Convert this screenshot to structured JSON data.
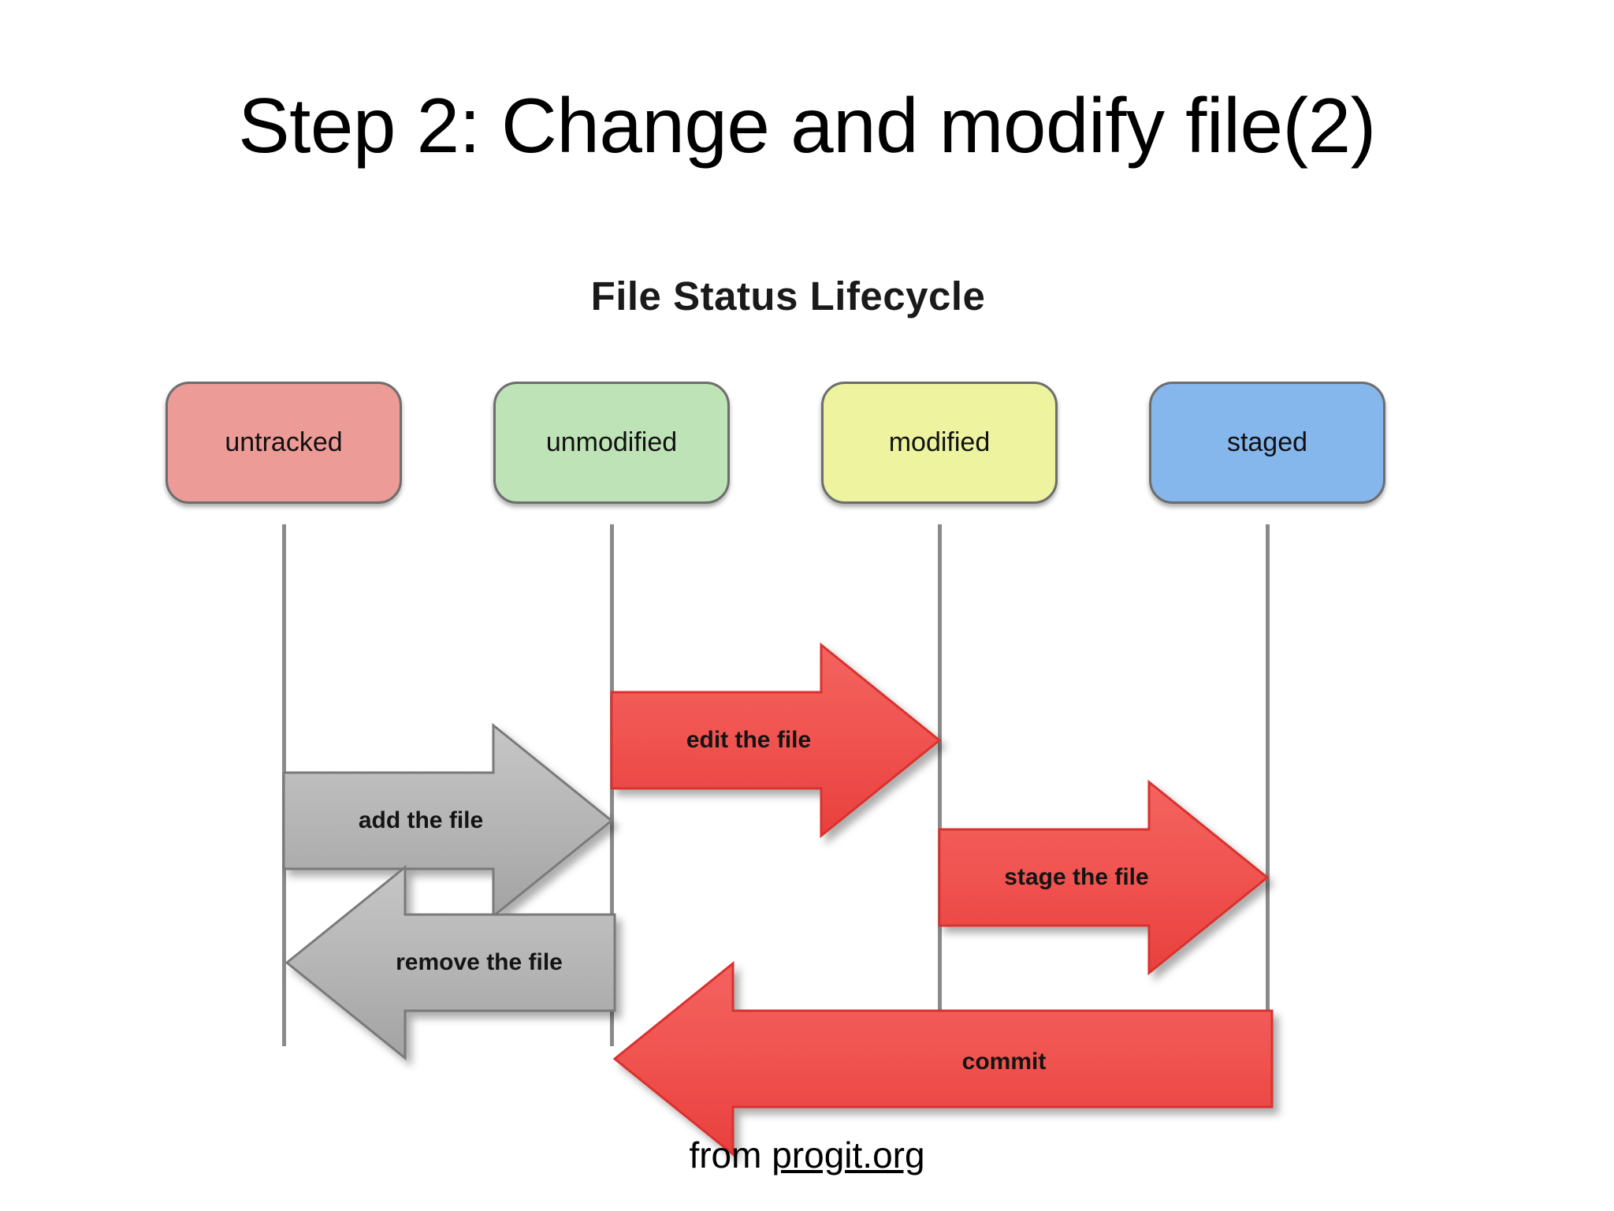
{
  "slide": {
    "title": "Step 2: Change and modify file(2)",
    "credit_prefix": "from ",
    "credit_link": "progit.org"
  },
  "diagram": {
    "title": "File Status Lifecycle",
    "states": [
      {
        "label": "untracked",
        "color": "#ED9B96"
      },
      {
        "label": "unmodified",
        "color": "#BEE3B6"
      },
      {
        "label": "modified",
        "color": "#EDF39F"
      },
      {
        "label": "staged",
        "color": "#85B6EC"
      }
    ],
    "transitions": [
      {
        "label": "add the file",
        "from": "untracked",
        "to": "unmodified",
        "direction": "right",
        "color": "#B4B4B4"
      },
      {
        "label": "edit the file",
        "from": "unmodified",
        "to": "modified",
        "direction": "right",
        "color": "#F05350"
      },
      {
        "label": "stage the file",
        "from": "modified",
        "to": "staged",
        "direction": "right",
        "color": "#F05350"
      },
      {
        "label": "remove the file",
        "from": "unmodified",
        "to": "untracked",
        "direction": "left",
        "color": "#B4B4B4"
      },
      {
        "label": "commit",
        "from": "staged",
        "to": "unmodified",
        "direction": "left",
        "color": "#F05350"
      }
    ],
    "lifeline_color": "#8A8A8A",
    "border_color": "#6D6D6D"
  }
}
